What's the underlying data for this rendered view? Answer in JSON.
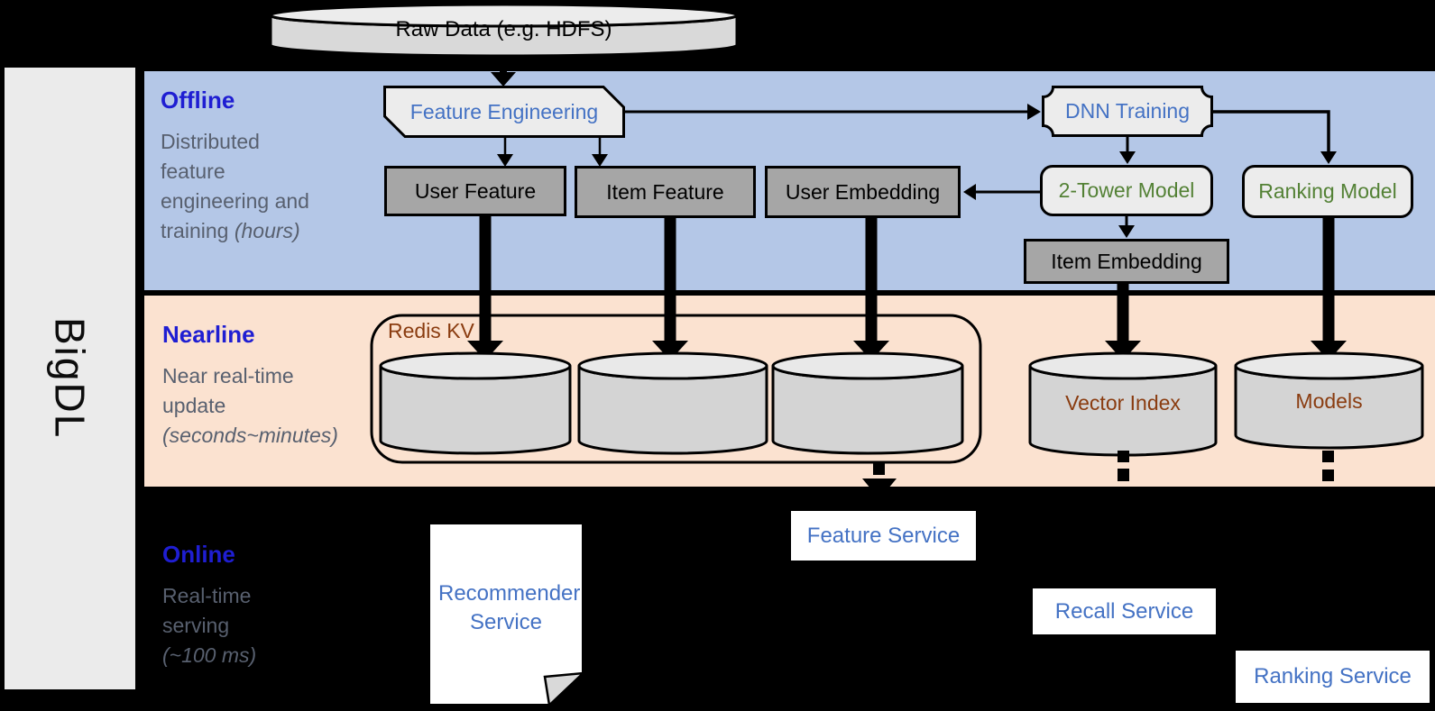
{
  "sidebar": {
    "brand": "BigDL"
  },
  "datasource": {
    "label": "Raw Data (e.g. HDFS)"
  },
  "bands": {
    "offline": {
      "title": "Offline",
      "desc_lines": [
        "Distributed",
        "feature",
        "engineering and"
      ],
      "desc_plain": "training ",
      "desc_italic": "(hours)"
    },
    "nearline": {
      "title": "Nearline",
      "desc_lines": [
        "Near real-time",
        "update"
      ],
      "desc_italic": "(seconds~minutes)"
    },
    "online": {
      "title": "Online",
      "desc_lines": [
        "Real-time",
        "serving"
      ],
      "desc_italic": "(~100 ms)"
    }
  },
  "offline_nodes": {
    "feature_engineering": "Feature Engineering",
    "user_feature": "User Feature",
    "item_feature": "Item Feature",
    "user_embedding": "User Embedding",
    "dnn_training": "DNN Training",
    "two_tower_model": "2-Tower Model",
    "ranking_model": "Ranking Model",
    "item_embedding": "Item Embedding"
  },
  "nearline_nodes": {
    "redis_group": "Redis KV",
    "vector_index": "Vector Index",
    "models": "Models"
  },
  "online_services": {
    "recommender": "Recommender Service",
    "feature": "Feature Service",
    "recall": "Recall Service",
    "ranking": "Ranking Service"
  },
  "colors": {
    "offline_band_bg": "#b4c7e7",
    "nearline_band_bg": "#fbe2d0",
    "online_band_bg": "#000000",
    "sidebar_bg": "#ebebeb",
    "band_title_blue": "#1f1ed2",
    "desc_gray": "#58606f",
    "node_text_blue": "#4472c4",
    "model_text_green": "#538135",
    "storage_text_brown": "#8a3c10",
    "dark_box_gray": "#a6a6a6",
    "light_box_gray": "#ececec",
    "cylinder_gray": "#d4d4d4",
    "connector_black": "#000000"
  }
}
